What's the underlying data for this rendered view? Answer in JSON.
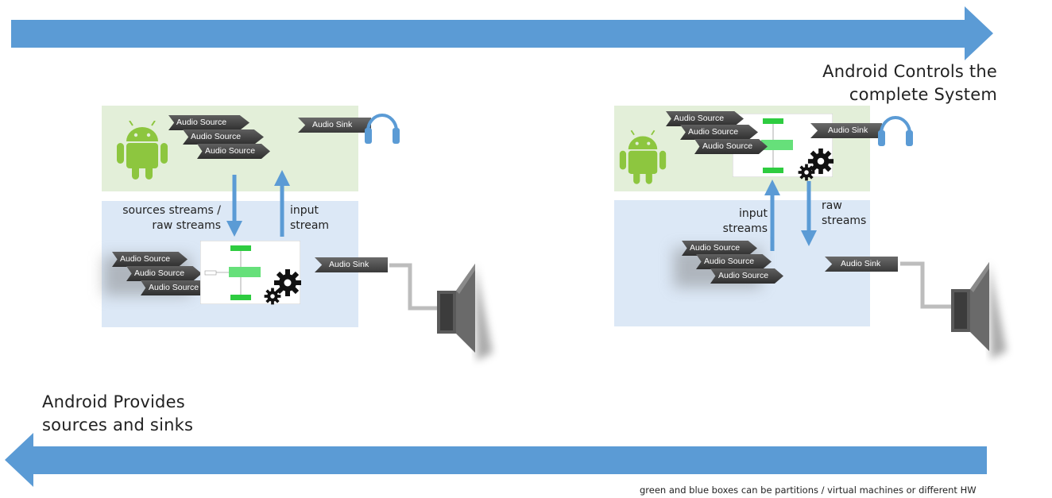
{
  "labels": {
    "controls": "Android Controls the complete System",
    "provides": "Android Provides sources and sinks",
    "footnote": "green and blue boxes can be partitions / virtual machines or different HW"
  },
  "left_panel": {
    "top_sources": [
      "Audio Source",
      "Audio Source",
      "Audio Source"
    ],
    "top_sink": "Audio Sink",
    "down_label": "sources streams / raw streams",
    "up_label": "input stream",
    "bottom_sources": [
      "Audio Source",
      "Audio Source",
      "Audio Source"
    ],
    "bottom_sink": "Audio Sink"
  },
  "right_panel": {
    "top_sources": [
      "Audio Source",
      "Audio Source",
      "Audio Source"
    ],
    "top_sink": "Audio Sink",
    "up_label": "input streams",
    "down_label": "raw streams",
    "bottom_sources": [
      "Audio Source",
      "Audio Source",
      "Audio Source"
    ],
    "bottom_sink": "Audio Sink"
  },
  "colors": {
    "arrow_blue": "#5b9bd5",
    "android_green": "#8dc63f",
    "green_box": "#e3efd9",
    "blue_box": "#dce8f6",
    "tag_dark": "#3a3a3a"
  },
  "icons": [
    "android-robot-icon",
    "headphones-icon",
    "speaker-icon",
    "gear-icon"
  ]
}
